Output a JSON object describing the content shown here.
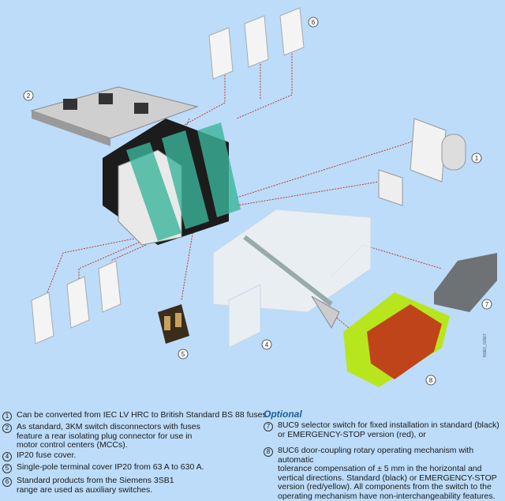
{
  "callouts": [
    "1",
    "2",
    "4",
    "5",
    "6",
    "7",
    "8"
  ],
  "drawing_code": "NSE0_01567",
  "optional_heading": "Optional",
  "legend_left": [
    {
      "num": "1",
      "text": "Can be converted from IEC LV HRC to British Standard BS 88 fuses."
    },
    {
      "num": "2",
      "text": "As standard, 3KM switch disconnectors with fuses\nfeature a rear isolating plug connector for use in\nmotor control centers (MCCs)."
    },
    {
      "num": "4",
      "text": "IP20 fuse cover."
    },
    {
      "num": "5",
      "text": "Single-pole terminal cover IP20 from 63 A to 630 A."
    },
    {
      "num": "6",
      "text": "Standard products from the Siemens 3SB1\nrange are used as auxiliary switches."
    }
  ],
  "legend_right": [
    {
      "num": "7",
      "text": "8UC9 selector switch for fixed installation in standard (black)\nor EMERGENCY-STOP version (red), or"
    },
    {
      "num": "8",
      "text": "8UC6 door-coupling rotary operating mechanism with automatic\ntolerance compensation of ± 5 mm in the horizontal and\nvertical directions. Standard (black) or EMERGENCY-STOP\nversion (red/yellow). All components from the switch to the\noperating mechanism have non-interchangeability features."
    }
  ],
  "colors": {
    "background": "#bcdcfa",
    "leader": "#c0392b",
    "heading": "#1d5c98",
    "cover": "#3bb59a",
    "knob": "#c0441a",
    "plate": "#b8e61e"
  }
}
